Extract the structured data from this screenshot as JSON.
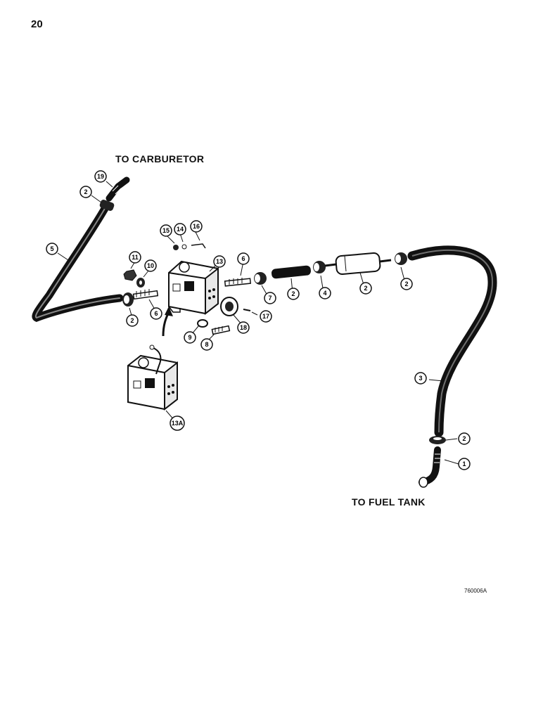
{
  "page": {
    "number": "20"
  },
  "labels": {
    "to_carburetor": "TO CARBURETOR",
    "to_fuel_tank": "TO FUEL TANK",
    "drawing_code": "760006A"
  },
  "callouts": [
    "19",
    "2",
    "5",
    "15",
    "14",
    "16",
    "11",
    "10",
    "13",
    "6",
    "6",
    "2",
    "7",
    "2",
    "4",
    "2",
    "2",
    "17",
    "18",
    "9",
    "8",
    "3",
    "13A",
    "2",
    "1"
  ]
}
